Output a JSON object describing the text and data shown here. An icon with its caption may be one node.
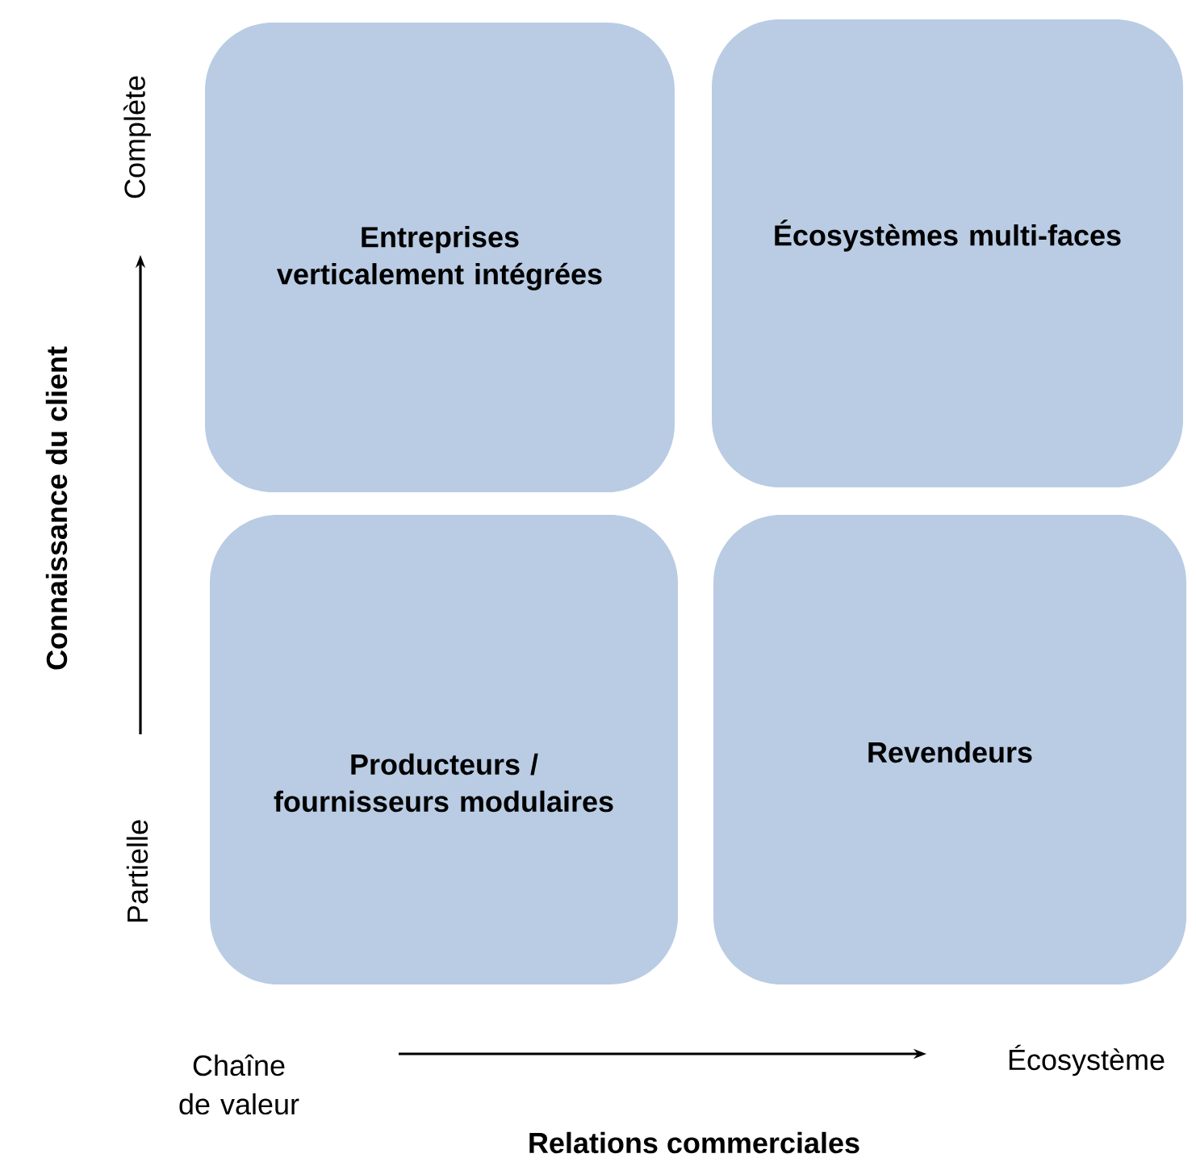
{
  "diagram": {
    "nodes": [
      {
        "text": [
          "Entreprises verticalement intégrées"
        ]
      },
      {
        "text": [
          "Écosystèmes multi-faces"
        ]
      },
      {
        "text": [
          "Producteurs / fournisseurs modulaires"
        ]
      },
      {
        "text": [
          "Revendeurs"
        ]
      }
    ],
    "labels": [
      "Complète",
      "Connaissance du client",
      "Partielle",
      "Chaîne de valeur",
      "Écosystème",
      "Relations commerciales"
    ]
  }
}
